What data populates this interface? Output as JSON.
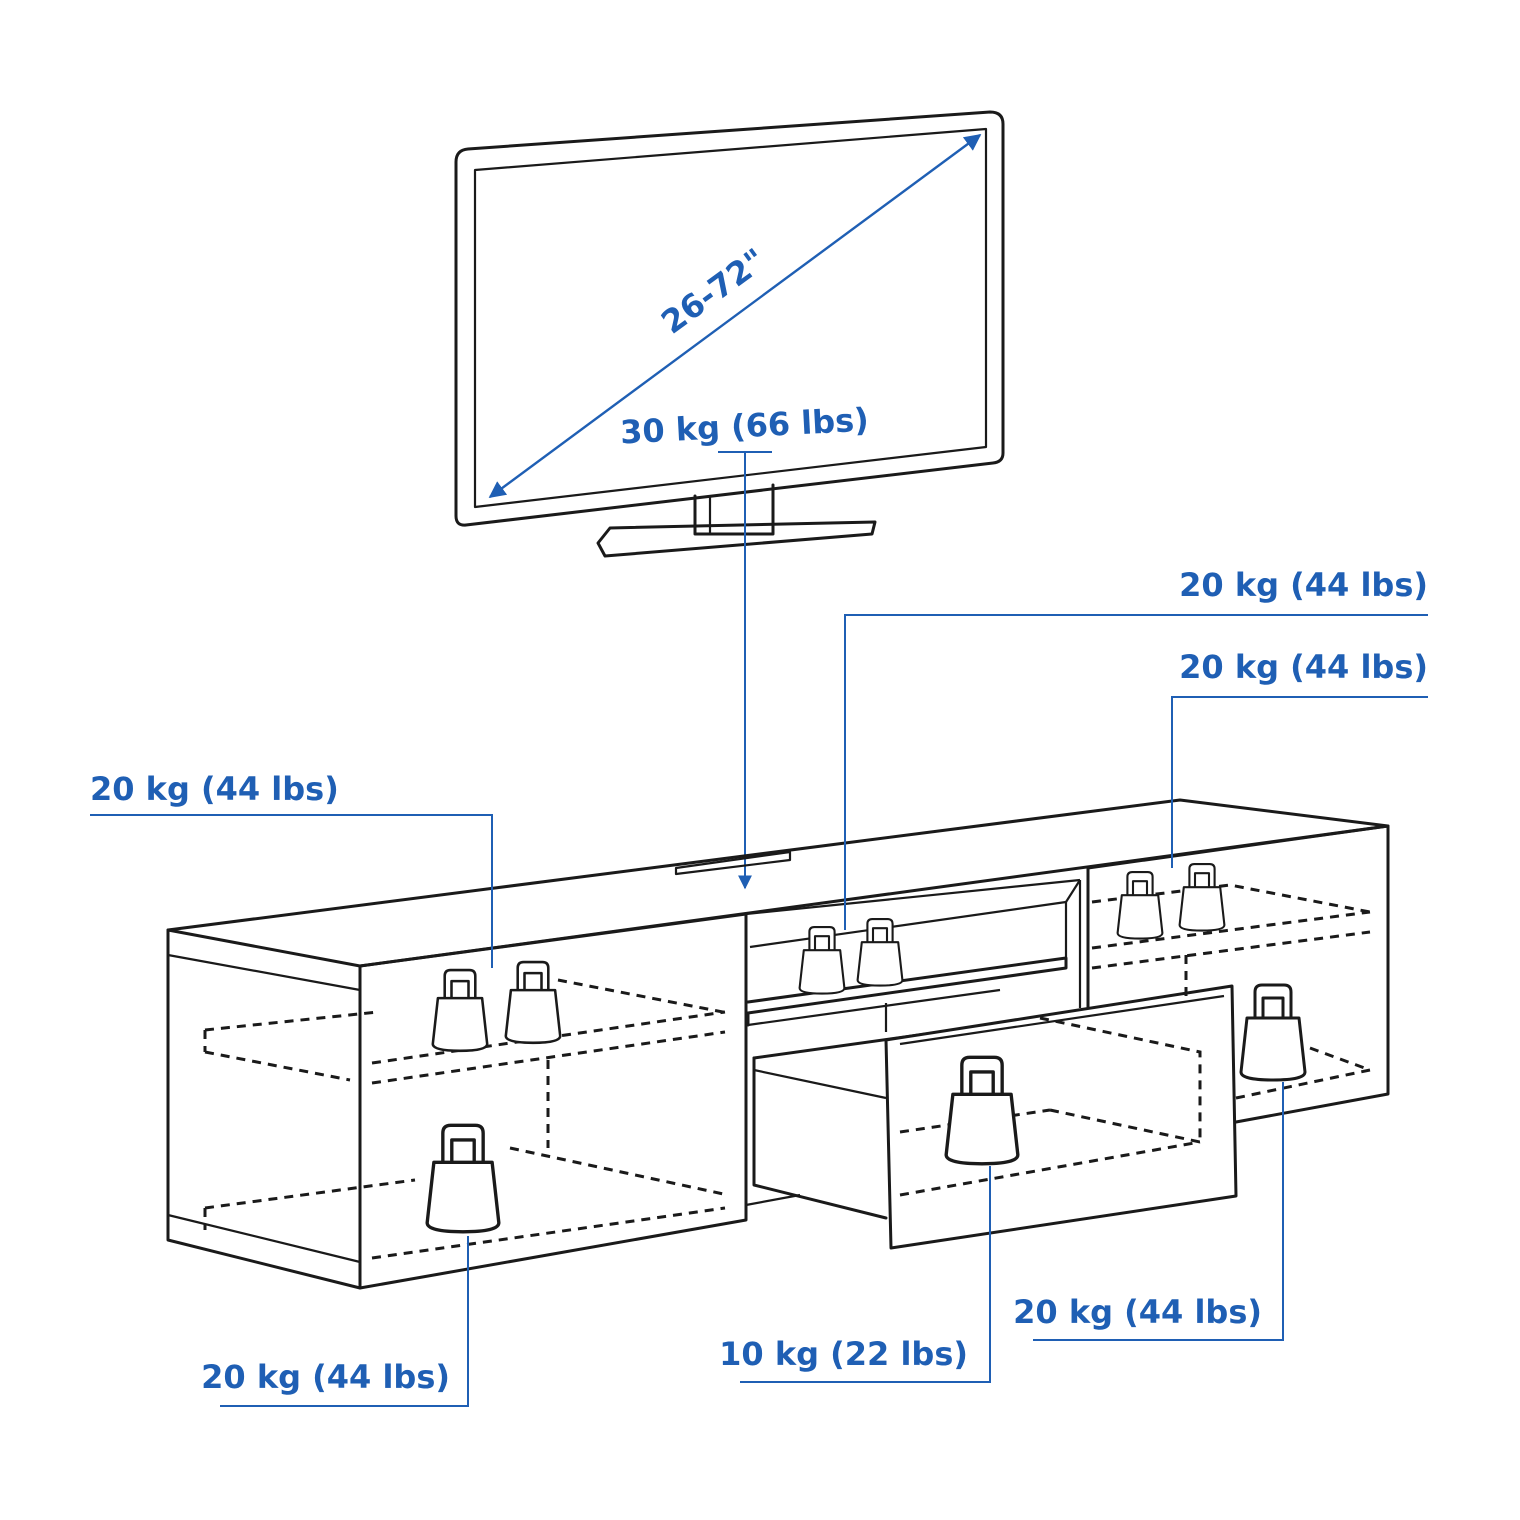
{
  "colors": {
    "accent": "#1f5fb4",
    "ink": "#1a1a1a",
    "background": "#ffffff"
  },
  "tv": {
    "screen_size": "26-72\"",
    "max_load": "30 kg (66 lbs)"
  },
  "loads": {
    "left_shelf_top": "20 kg (44 lbs)",
    "left_shelf_bottom": "20 kg (44 lbs)",
    "center_shelf": "20 kg (44 lbs)",
    "right_shelf_top": "20 kg (44 lbs)",
    "right_shelf_bottom": "20 kg (44 lbs)",
    "drawer": "10 kg (22 lbs)"
  },
  "icons": [
    "weight-icon",
    "tv-icon",
    "diagonal-arrow-icon",
    "down-arrow-icon"
  ]
}
